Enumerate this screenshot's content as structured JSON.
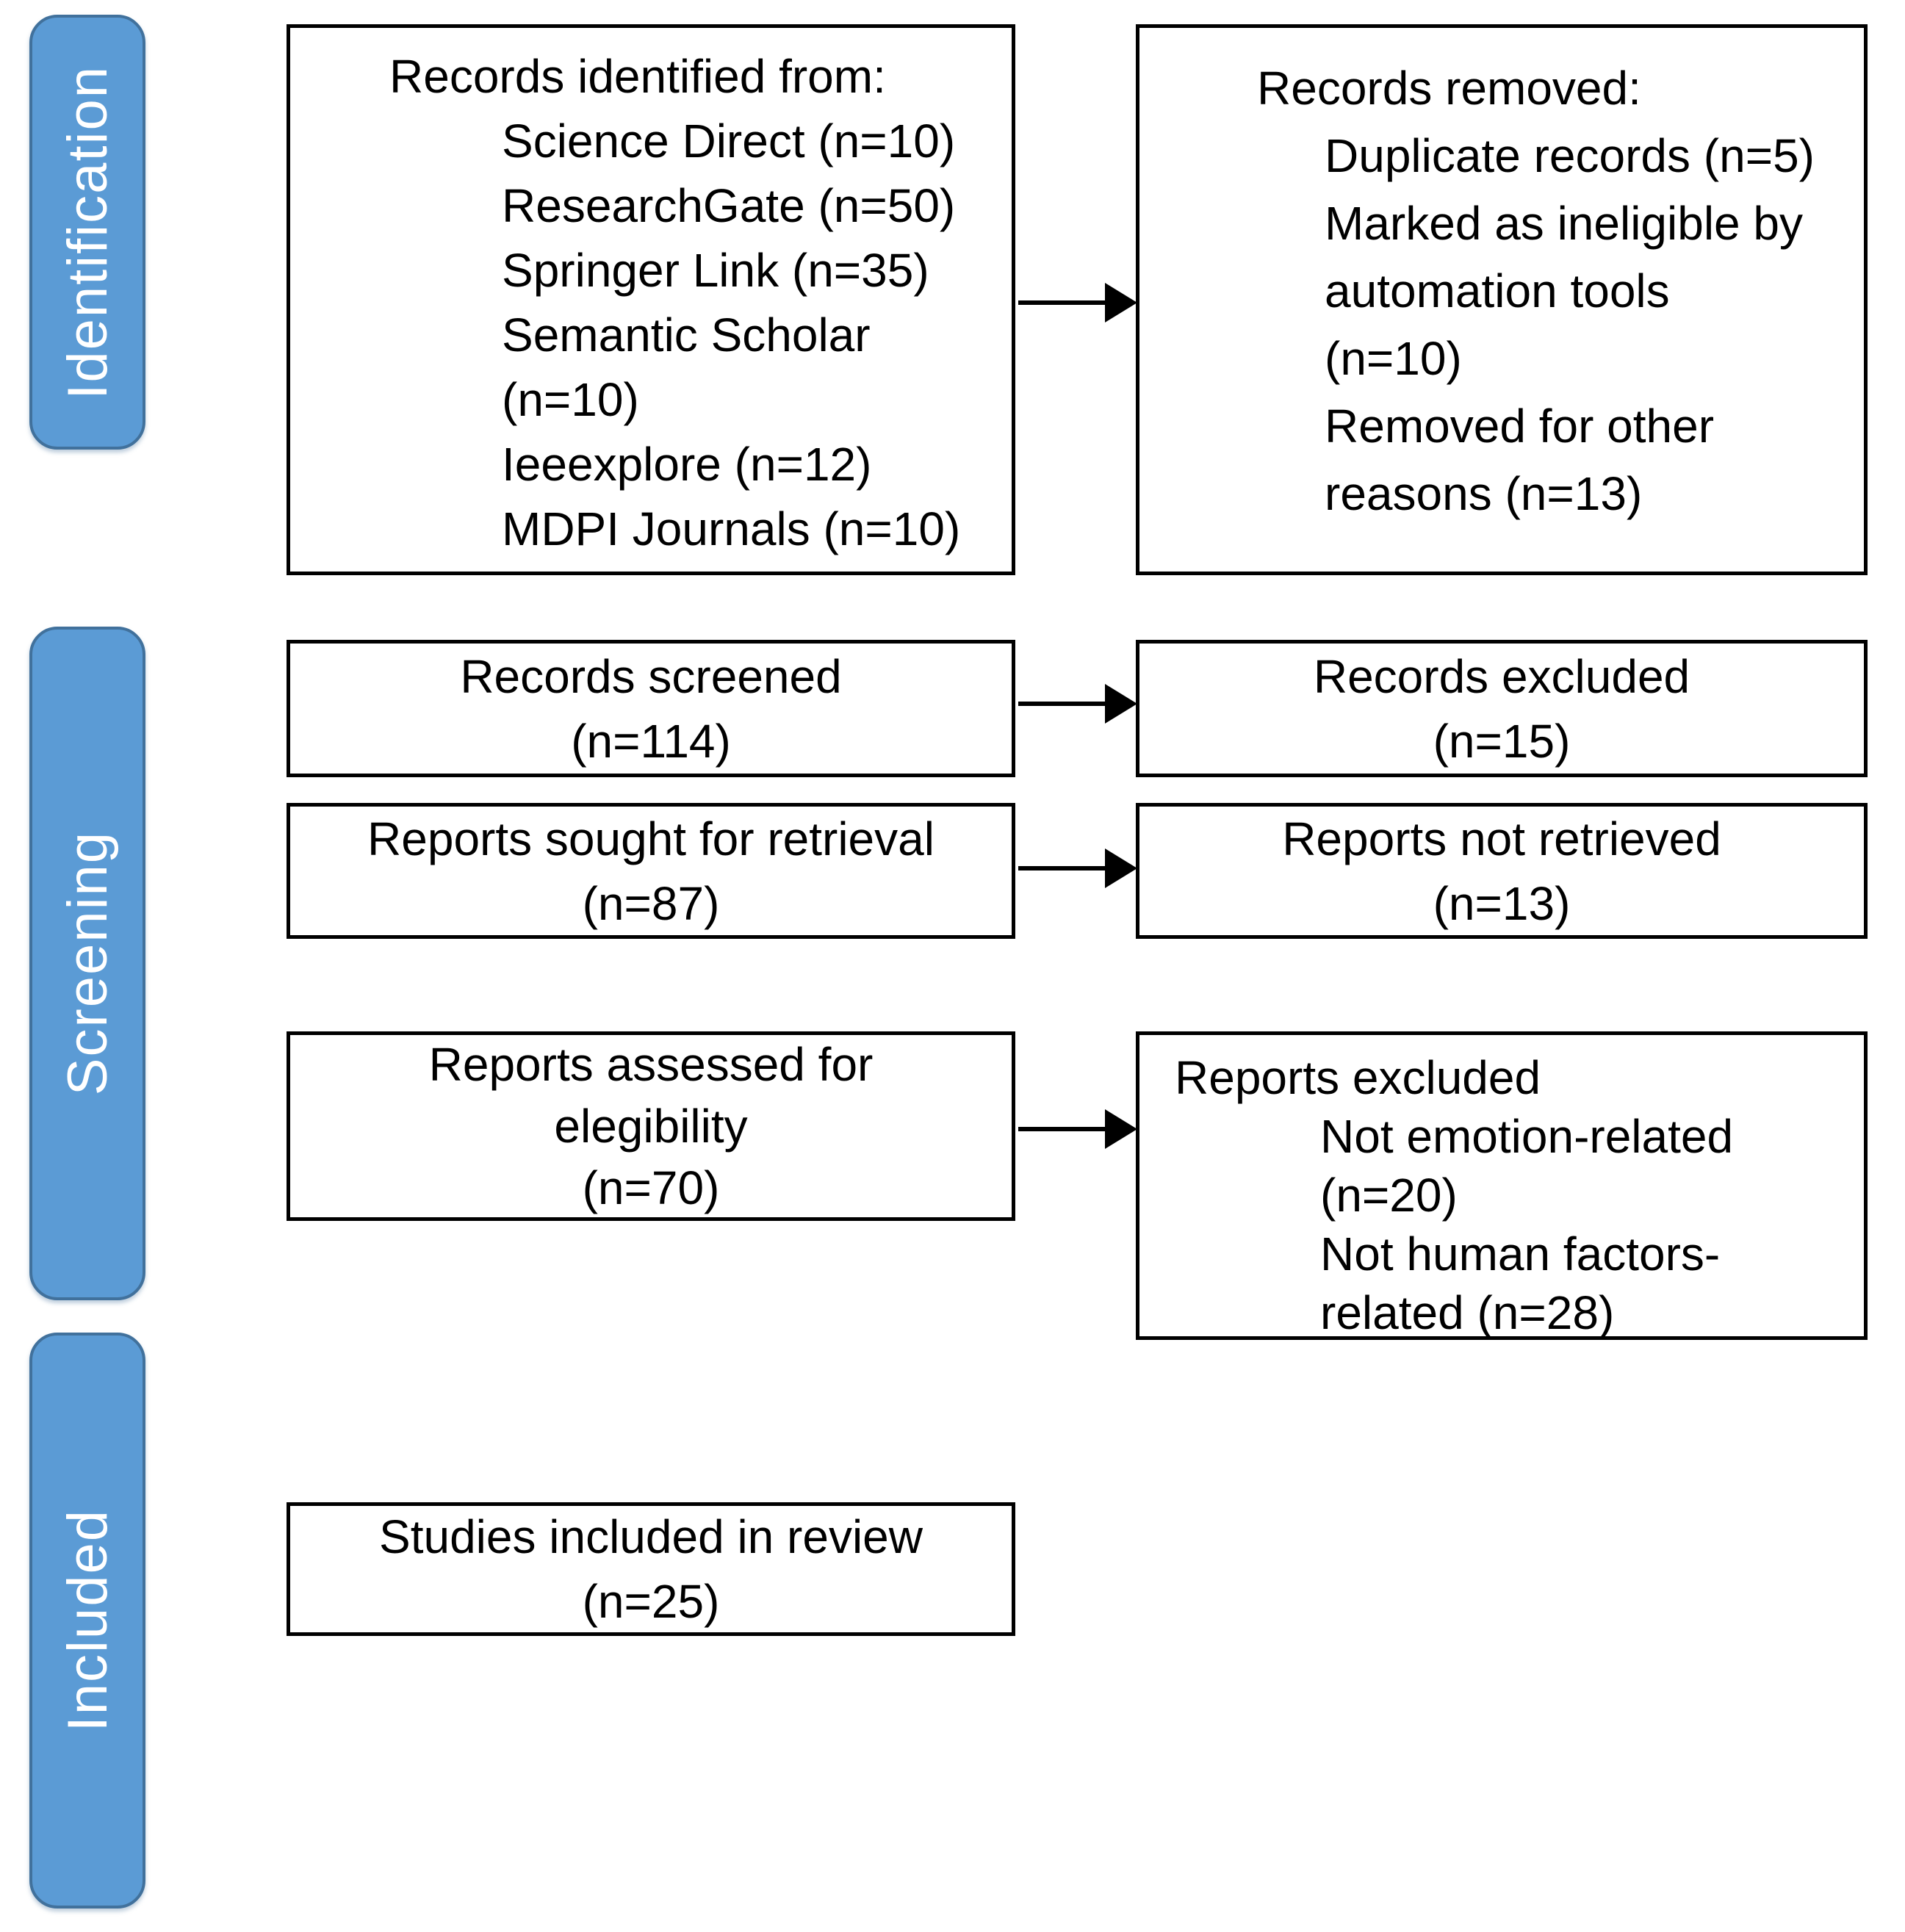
{
  "diagram": {
    "type": "prisma-flow-diagram"
  },
  "colors": {
    "stage_fill": "#5b9bd5",
    "stage_border": "#41719c",
    "stage_text": "#ffffff",
    "box_fill": "#ffffff",
    "box_border": "#000000",
    "box_text": "#000000",
    "background": "#ffffff"
  },
  "stages": {
    "identification": {
      "label": "Identification"
    },
    "screening": {
      "label": "Screening"
    },
    "included": {
      "label": "Included"
    }
  },
  "boxes": {
    "records_identified": {
      "heading": "Records identified from:",
      "lines": [
        "Science Direct (n=10)",
        "ResearchGate (n=50)",
        "Springer Link (n=35)",
        "Semantic Scholar",
        "(n=10)",
        "Ieeexplore (n=12)",
        "MDPI Journals (n=10)"
      ]
    },
    "records_removed": {
      "heading": "Records removed:",
      "lines": [
        "Duplicate records (n=5)",
        "Marked as ineligible by",
        "automation tools",
        "(n=10)",
        "Removed for other",
        "reasons (n=13)"
      ]
    },
    "records_screened": {
      "lines": [
        "Records screened",
        "(n=114)"
      ]
    },
    "records_excluded": {
      "lines": [
        "Records excluded",
        "(n=15)"
      ]
    },
    "reports_sought": {
      "lines": [
        "Reports sought for retrieval",
        "(n=87)"
      ]
    },
    "reports_not_retrieved": {
      "lines": [
        "Reports not retrieved",
        "(n=13)"
      ]
    },
    "reports_assessed": {
      "lines": [
        "Reports assessed for",
        "elegibility",
        "(n=70)"
      ]
    },
    "reports_excluded": {
      "heading": "Reports excluded",
      "lines": [
        "Not emotion-related",
        "(n=20)",
        "Not human factors-",
        "related (n=28)"
      ]
    },
    "studies_included": {
      "lines": [
        "Studies included in review",
        "(n=25)"
      ]
    }
  }
}
